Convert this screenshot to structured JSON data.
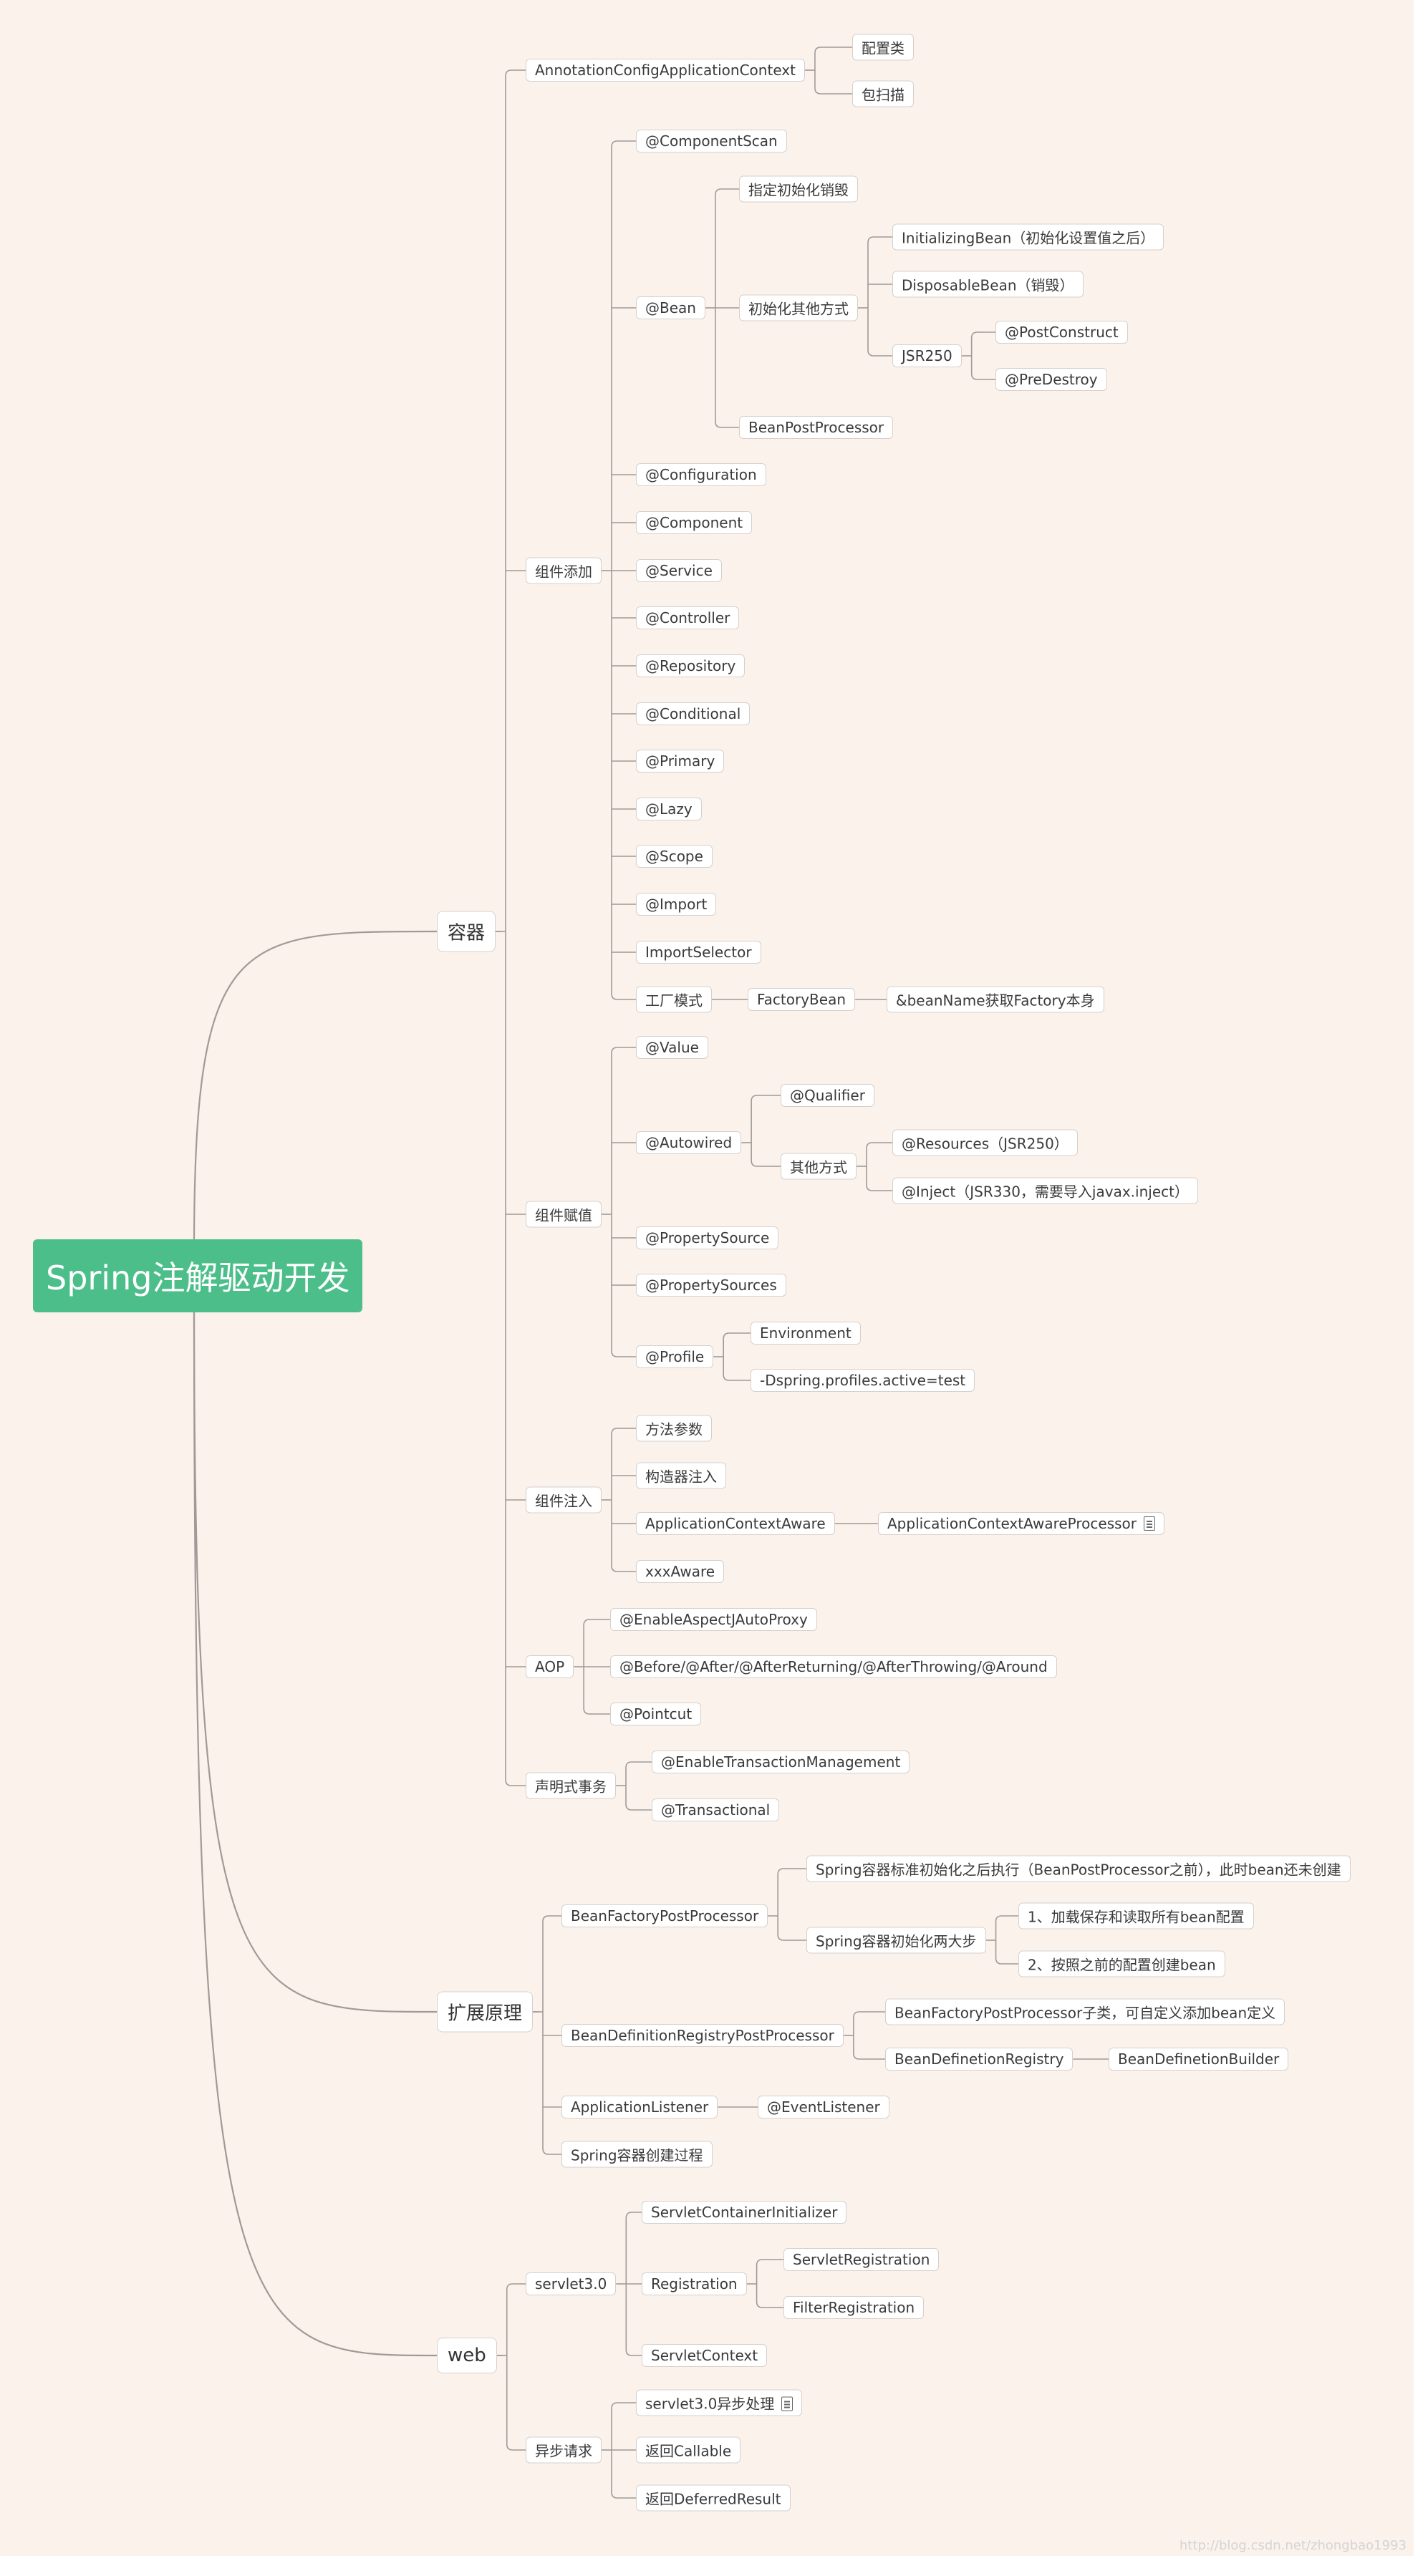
{
  "mindmap": {
    "root": "Spring注解驱动开发",
    "branches": [
      {
        "label": "容器",
        "children": [
          {
            "label": "AnnotationConfigApplicationContext",
            "children": [
              {
                "label": "配置类"
              },
              {
                "label": "包扫描"
              }
            ]
          },
          {
            "label": "组件添加",
            "children": [
              {
                "label": "@ComponentScan"
              },
              {
                "label": "@Bean",
                "children": [
                  {
                    "label": "指定初始化销毁"
                  },
                  {
                    "label": "初始化其他方式",
                    "children": [
                      {
                        "label": "InitializingBean（初始化设置值之后）"
                      },
                      {
                        "label": "DisposableBean（销毁）"
                      },
                      {
                        "label": "JSR250",
                        "children": [
                          {
                            "label": "@PostConstruct"
                          },
                          {
                            "label": "@PreDestroy"
                          }
                        ]
                      }
                    ]
                  },
                  {
                    "label": "BeanPostProcessor"
                  }
                ]
              },
              {
                "label": "@Configuration"
              },
              {
                "label": "@Component"
              },
              {
                "label": "@Service"
              },
              {
                "label": "@Controller"
              },
              {
                "label": "@Repository"
              },
              {
                "label": "@Conditional"
              },
              {
                "label": "@Primary"
              },
              {
                "label": "@Lazy"
              },
              {
                "label": "@Scope"
              },
              {
                "label": "@Import"
              },
              {
                "label": "ImportSelector"
              },
              {
                "label": "工厂模式",
                "children": [
                  {
                    "label": "FactoryBean",
                    "children": [
                      {
                        "label": "&beanName获取Factory本身"
                      }
                    ]
                  }
                ]
              }
            ]
          },
          {
            "label": "组件赋值",
            "children": [
              {
                "label": "@Value"
              },
              {
                "label": "@Autowired",
                "children": [
                  {
                    "label": "@Qualifier"
                  },
                  {
                    "label": "其他方式",
                    "children": [
                      {
                        "label": "@Resources（JSR250）"
                      },
                      {
                        "label": "@Inject（JSR330，需要导入javax.inject）"
                      }
                    ]
                  }
                ]
              },
              {
                "label": "@PropertySource"
              },
              {
                "label": "@PropertySources"
              },
              {
                "label": "@Profile",
                "children": [
                  {
                    "label": "Environment"
                  },
                  {
                    "label": "-Dspring.profiles.active=test"
                  }
                ]
              }
            ]
          },
          {
            "label": "组件注入",
            "children": [
              {
                "label": "方法参数"
              },
              {
                "label": "构造器注入"
              },
              {
                "label": "ApplicationContextAware",
                "children": [
                  {
                    "label": "ApplicationContextAwareProcessor",
                    "note": true
                  }
                ]
              },
              {
                "label": "xxxAware"
              }
            ]
          },
          {
            "label": "AOP",
            "children": [
              {
                "label": "@EnableAspectJAutoProxy"
              },
              {
                "label": "@Before/@After/@AfterReturning/@AfterThrowing/@Around"
              },
              {
                "label": "@Pointcut"
              }
            ]
          },
          {
            "label": "声明式事务",
            "children": [
              {
                "label": "@EnableTransactionManagement"
              },
              {
                "label": "@Transactional"
              }
            ]
          }
        ]
      },
      {
        "label": "扩展原理",
        "children": [
          {
            "label": "BeanFactoryPostProcessor",
            "children": [
              {
                "label": "Spring容器标准初始化之后执行（BeanPostProcessor之前），此时bean还未创建"
              },
              {
                "label": "Spring容器初始化两大步",
                "children": [
                  {
                    "label": "1、加载保存和读取所有bean配置"
                  },
                  {
                    "label": "2、按照之前的配置创建bean"
                  }
                ]
              }
            ]
          },
          {
            "label": "BeanDefinitionRegistryPostProcessor",
            "children": [
              {
                "label": "BeanFactoryPostProcessor子类，可自定义添加bean定义"
              },
              {
                "label": "BeanDefinetionRegistry",
                "children": [
                  {
                    "label": "BeanDefinetionBuilder"
                  }
                ]
              }
            ]
          },
          {
            "label": "ApplicationListener",
            "children": [
              {
                "label": "@EventListener"
              }
            ]
          },
          {
            "label": "Spring容器创建过程"
          }
        ]
      },
      {
        "label": "web",
        "children": [
          {
            "label": "servlet3.0",
            "children": [
              {
                "label": "ServletContainerInitializer"
              },
              {
                "label": "Registration",
                "children": [
                  {
                    "label": "ServletRegistration"
                  },
                  {
                    "label": "FilterRegistration"
                  }
                ]
              },
              {
                "label": "ServletContext"
              }
            ]
          },
          {
            "label": "异步请求",
            "children": [
              {
                "label": "servlet3.0异步处理",
                "note": true
              },
              {
                "label": "返回Callable"
              },
              {
                "label": "返回DeferredResult"
              }
            ]
          }
        ]
      }
    ]
  },
  "watermark": "http://blog.csdn.net/zhongbao1993",
  "colors": {
    "root": "#4cbe8a",
    "background": "#fbf2ec",
    "connector": "#a09a96",
    "node_border": "#d6d0cc"
  }
}
